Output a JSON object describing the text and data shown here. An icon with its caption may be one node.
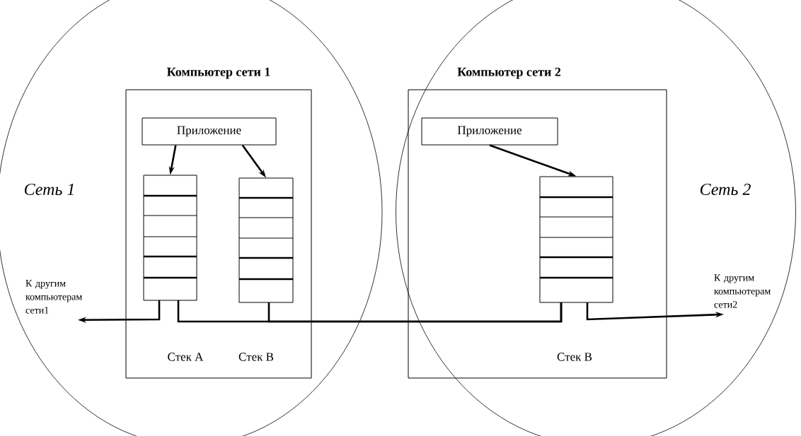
{
  "diagram": {
    "nodes": [
      {
        "text": [
          "Сеть 1"
        ]
      },
      {
        "text": [
          "Компьютер сети 1"
        ],
        "in": 0
      },
      {
        "text": [
          "Приложение"
        ],
        "in": 1
      },
      {
        "text": [],
        "shape": "box",
        "in": 1
      },
      {
        "text": [],
        "shape": "box",
        "in": 1
      },
      {
        "text": [
          "Сеть 2"
        ]
      },
      {
        "text": [
          "Компьютер сети 2"
        ],
        "in": 5
      },
      {
        "text": [
          "Приложение"
        ],
        "in": 6
      },
      {
        "text": [],
        "shape": "box",
        "in": 6
      },
      {
        "text": [
          "К другим компьютерам сети1"
        ],
        "in": 0
      },
      {
        "text": [
          "К другим компьютерам сети2"
        ],
        "in": 5
      }
    ],
    "edges": [
      {
        "from": 2,
        "to": 3,
        "arrow": "to"
      },
      {
        "from": 2,
        "to": 4,
        "arrow": "to"
      },
      {
        "from": 7,
        "to": 8,
        "arrow": "to"
      },
      {
        "from": 3,
        "to": 9,
        "arrow": "to"
      },
      {
        "from": 8,
        "to": 10,
        "arrow": "to"
      },
      {
        "from": 3,
        "to": 8,
        "arrow": "none"
      },
      {
        "from": 4,
        "to": 8,
        "arrow": "none"
      }
    ],
    "labels": [
      "Стек А",
      "Стек В",
      "Стек В"
    ]
  }
}
